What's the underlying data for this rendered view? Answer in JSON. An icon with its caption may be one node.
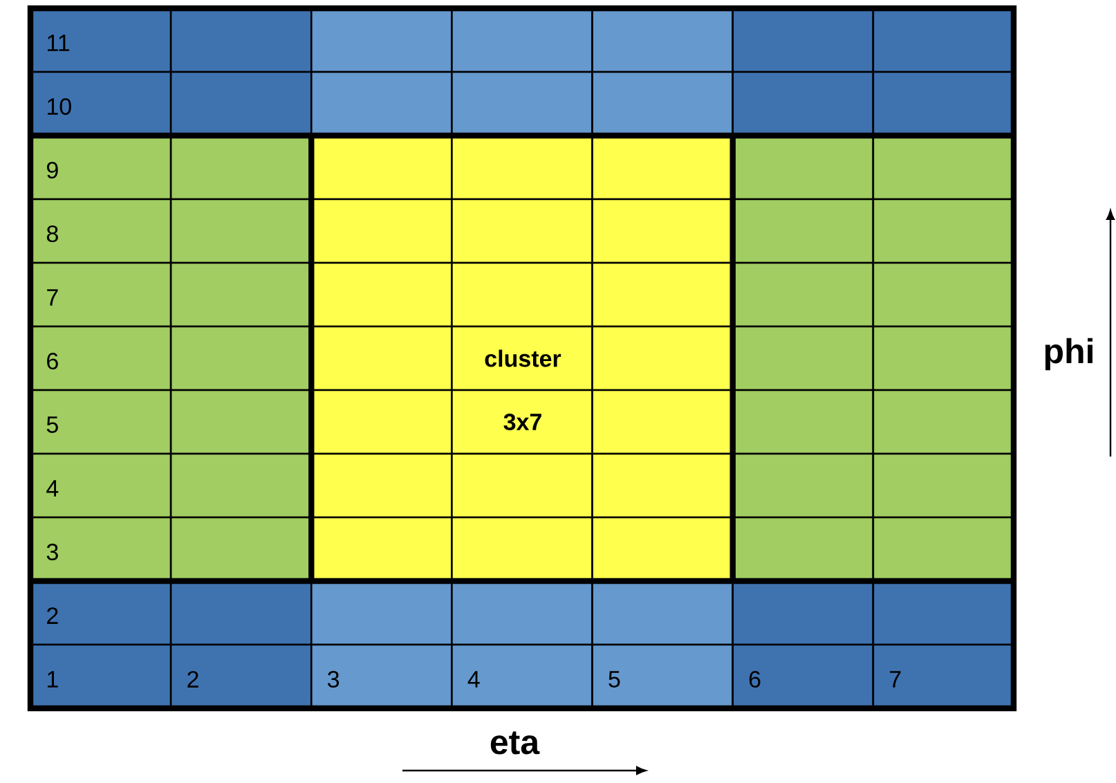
{
  "diagram": {
    "labels": [
      "11",
      "10",
      "9",
      "8",
      "7",
      "6",
      "5",
      "4",
      "3",
      "2",
      "1",
      "2",
      "3",
      "4",
      "5",
      "6",
      "7",
      "cluster",
      "3x7",
      "phi",
      "eta"
    ]
  }
}
